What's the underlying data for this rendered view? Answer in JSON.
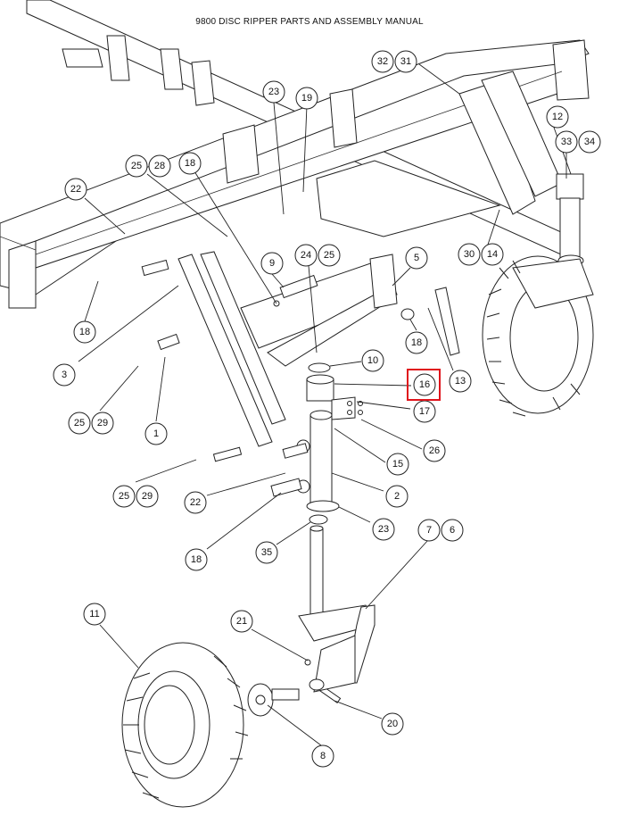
{
  "header": {
    "title": "9800 DISC RIPPER PARTS AND ASSEMBLY MANUAL"
  },
  "highlight_color": "#e0141c",
  "callouts": {
    "c1": "1",
    "c2": "2",
    "c3": "3",
    "c5": "5",
    "c6": "6",
    "c7": "7",
    "c8": "8",
    "c9": "9",
    "c10": "10",
    "c11": "11",
    "c12": "12",
    "c13": "13",
    "c14": "14",
    "c15": "15",
    "c16": "16",
    "c17": "17",
    "c18a": "18",
    "c18b": "18",
    "c18c": "18",
    "c18d": "18",
    "c19": "19",
    "c20": "20",
    "c21": "21",
    "c22a": "22",
    "c22b": "22",
    "c23a": "23",
    "c23b": "23",
    "c24": "24",
    "c25a": "25",
    "c25b": "25",
    "c25c": "25",
    "c25d": "25",
    "c26": "26",
    "c28": "28",
    "c29a": "29",
    "c29b": "29",
    "c30": "30",
    "c31": "31",
    "c32": "32",
    "c33": "33",
    "c34": "34",
    "c35": "35"
  },
  "highlighted_callout": "16"
}
